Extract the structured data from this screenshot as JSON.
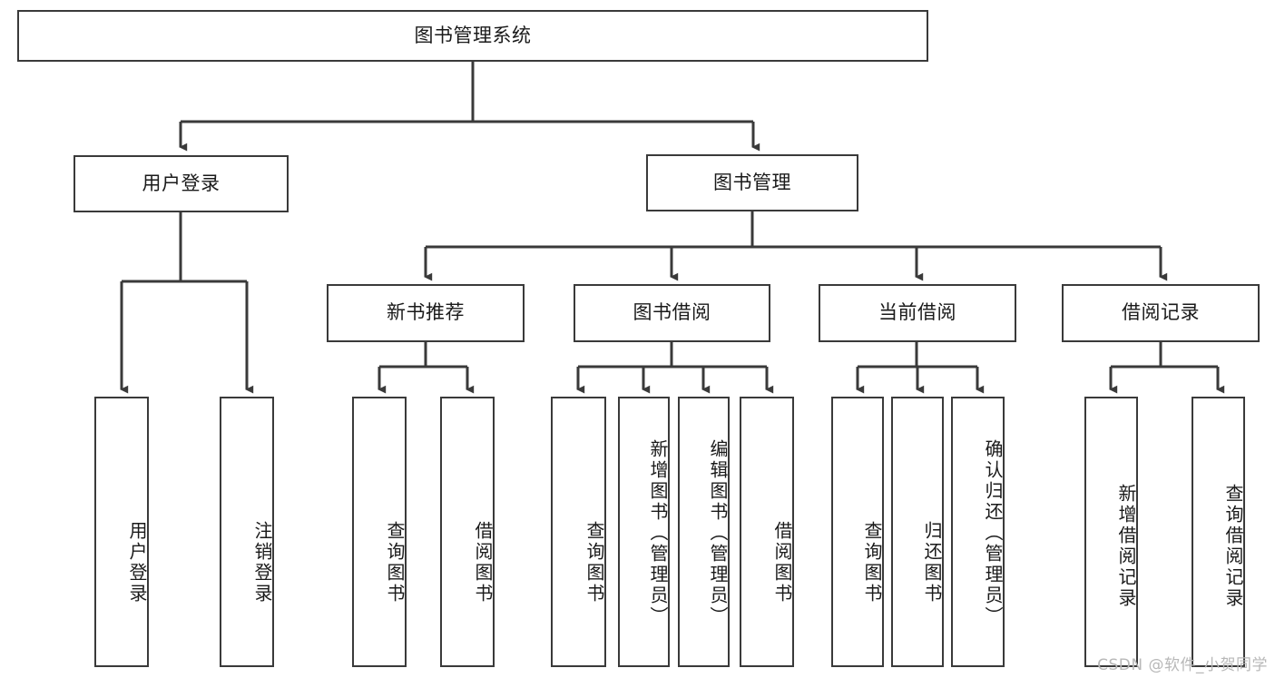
{
  "diagram": {
    "type": "tree-hierarchy-chart",
    "title_node": {
      "id": "root",
      "label": "图书管理系统"
    },
    "level1": [
      {
        "id": "user-login",
        "label": "用户登录"
      },
      {
        "id": "book-management",
        "label": "图书管理"
      }
    ],
    "level2": [
      {
        "id": "new-book-recommend",
        "label": "新书推荐",
        "parent": "book-management"
      },
      {
        "id": "book-borrow",
        "label": "图书借阅",
        "parent": "book-management"
      },
      {
        "id": "current-borrow",
        "label": "当前借阅",
        "parent": "book-management"
      },
      {
        "id": "borrow-record",
        "label": "借阅记录",
        "parent": "book-management"
      }
    ],
    "leaves": {
      "user-login": [
        {
          "id": "leaf-user-login",
          "label": "用户登录"
        },
        {
          "id": "leaf-logout-login",
          "label": "注销登录"
        }
      ],
      "new-book-recommend": [
        {
          "id": "leaf-query-book-1",
          "label": "查询图书"
        },
        {
          "id": "leaf-borrow-book-1",
          "label": "借阅图书"
        }
      ],
      "book-borrow": [
        {
          "id": "leaf-query-book-2",
          "label": "查询图书"
        },
        {
          "id": "leaf-add-book",
          "label": "新增图书（管理员）"
        },
        {
          "id": "leaf-edit-book",
          "label": "编辑图书（管理员）"
        },
        {
          "id": "leaf-borrow-book-2",
          "label": "借阅图书"
        }
      ],
      "current-borrow": [
        {
          "id": "leaf-query-book-3",
          "label": "查询图书"
        },
        {
          "id": "leaf-return-book",
          "label": "归还图书"
        },
        {
          "id": "leaf-confirm-return",
          "label": "确认归还（管理员）"
        }
      ],
      "borrow-record": [
        {
          "id": "leaf-add-record",
          "label": "新增借阅记录"
        },
        {
          "id": "leaf-query-record",
          "label": "查询借阅记录"
        }
      ]
    },
    "colors": {
      "box_border": "#3a3a3a",
      "box_fill": "#ffffff",
      "edge": "#3a3a3a",
      "text": "#1a1a1a",
      "watermark": "#b8b8b8",
      "background": "#ffffff"
    }
  },
  "watermark": {
    "text": "CSDN @软件_小贺同学"
  }
}
